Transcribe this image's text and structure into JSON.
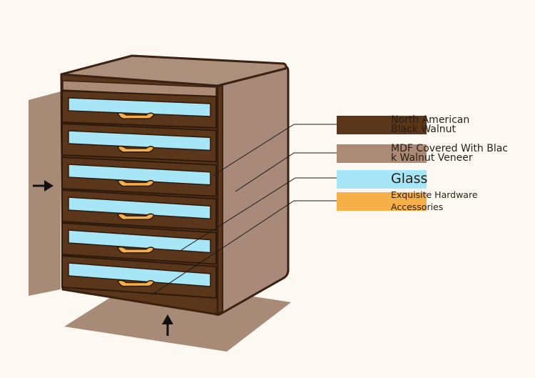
{
  "colors": {
    "background": "#fdf8f2",
    "walnut": "#5a361a",
    "mdf": "#ab8a76",
    "glass": "#a6e6f7",
    "hardware": "#f5b04a",
    "shadow": "#a88b76",
    "cabinet_top": "#ad907c",
    "cabinet_side": "#a8897a"
  },
  "legend": [
    {
      "label": "North American\nBlack Walnut",
      "color": "#5a361a"
    },
    {
      "label": "MDF Covered With Blac\nk Walnut Veneer",
      "color": "#ab8a76"
    },
    {
      "label": "Glass",
      "color": "#a6e6f7"
    },
    {
      "label": "Exquisite Hardware\nAccessories",
      "color": "#f5b04a"
    }
  ],
  "icons": {
    "left_arrow": "right-arrow-icon",
    "bottom_arrow": "up-arrow-icon"
  },
  "drawer_count": 6
}
